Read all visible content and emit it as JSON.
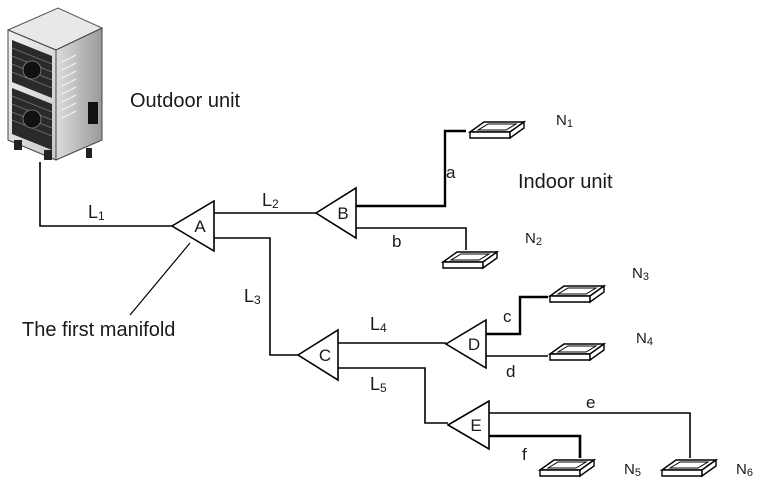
{
  "labels": {
    "outdoor_unit": "Outdoor unit",
    "indoor_unit": "Indoor unit",
    "first_manifold": "The first manifold"
  },
  "pipes": {
    "L1": {
      "main": "L",
      "sub": "1"
    },
    "L2": {
      "main": "L",
      "sub": "2"
    },
    "L3": {
      "main": "L",
      "sub": "3"
    },
    "L4": {
      "main": "L",
      "sub": "4"
    },
    "L5": {
      "main": "L",
      "sub": "5"
    }
  },
  "branches": {
    "a": "a",
    "b": "b",
    "c": "c",
    "d": "d",
    "e": "e",
    "f": "f"
  },
  "manifolds": {
    "A": "A",
    "B": "B",
    "C": "C",
    "D": "D",
    "E": "E"
  },
  "indoor_units": {
    "N1": {
      "main": "N",
      "sub": "1"
    },
    "N2": {
      "main": "N",
      "sub": "2"
    },
    "N3": {
      "main": "N",
      "sub": "3"
    },
    "N4": {
      "main": "N",
      "sub": "4"
    },
    "N5": {
      "main": "N",
      "sub": "5"
    },
    "N6": {
      "main": "N",
      "sub": "6"
    }
  }
}
